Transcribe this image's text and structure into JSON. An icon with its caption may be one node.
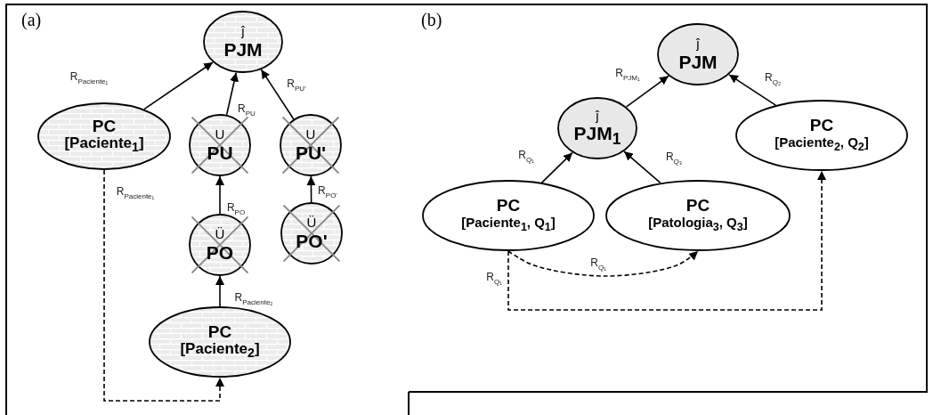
{
  "diagram": {
    "nodes": [
      {
        "text": [
          "ĵ",
          "PJM"
        ]
      },
      {
        "text": [
          "PC",
          "[Paciente$_{1}$]"
        ]
      },
      {
        "text": [
          "U",
          "PU"
        ]
      },
      {
        "text": [
          "U",
          "PU'"
        ]
      },
      {
        "text": [
          "Ü",
          "PO"
        ]
      },
      {
        "text": [
          "Ü",
          "PO'"
        ]
      },
      {
        "text": [
          "PC",
          "[Paciente$_{2}$]"
        ]
      },
      {
        "text": [
          "ĵ",
          "PJM"
        ]
      },
      {
        "text": [
          "ĵ",
          "PJM$_{1}$"
        ]
      },
      {
        "text": [
          "PC",
          "[Paciente$_{2}$, Q$_{2}$]"
        ]
      },
      {
        "text": [
          "PC",
          "[Paciente$_{1}$, Q$_{1}$]"
        ]
      },
      {
        "text": [
          "PC",
          "[Patologia$_{3}$, Q$_{3}$]"
        ]
      }
    ],
    "edges": [
      {
        "from": 1,
        "to": 0,
        "arrow": "to",
        "label": "R$_{Paciente₁}$"
      },
      {
        "from": 2,
        "to": 0,
        "arrow": "to",
        "label": "R$_{PU}$"
      },
      {
        "from": 3,
        "to": 0,
        "arrow": "to",
        "label": "R$_{PU'}$"
      },
      {
        "from": 4,
        "to": 2,
        "arrow": "to",
        "label": "R$_{PO}$"
      },
      {
        "from": 5,
        "to": 3,
        "arrow": "to",
        "label": "R$_{PO'}$"
      },
      {
        "from": 6,
        "to": 4,
        "arrow": "to",
        "label": "R$_{Paciente₂}$"
      },
      {
        "from": 1,
        "to": 6,
        "arrow": "to",
        "label": "R$_{Paciente₁}$",
        "style": "dashed"
      },
      {
        "from": 8,
        "to": 7,
        "arrow": "to",
        "label": "R$_{PJM₁}$"
      },
      {
        "from": 9,
        "to": 7,
        "arrow": "to",
        "label": "R$_{Q₂}$"
      },
      {
        "from": 10,
        "to": 8,
        "arrow": "to",
        "label": "R$_{Q₁}$"
      },
      {
        "from": 11,
        "to": 8,
        "arrow": "to",
        "label": "R$_{Q₃}$"
      },
      {
        "from": 10,
        "to": 11,
        "arrow": "to",
        "label": "R$_{Q₁}$",
        "style": "dashed"
      },
      {
        "from": 10,
        "to": 9,
        "arrow": "to",
        "label": "R$_{Q₁}$",
        "style": "dashed"
      }
    ],
    "labels": [
      "(a)",
      "(b)"
    ]
  }
}
